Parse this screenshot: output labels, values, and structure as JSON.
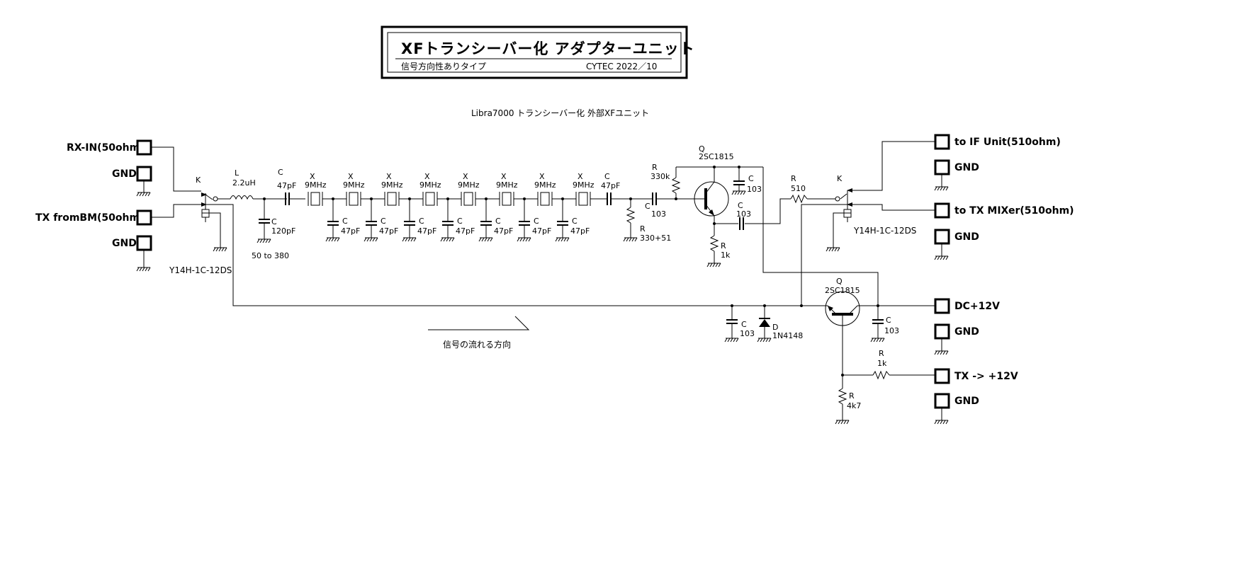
{
  "title_box": {
    "title": "XFトランシーバー化 アダプターユニット",
    "subtitle": "信号方向性ありタイプ",
    "credit": "CYTEC 2022／10"
  },
  "caption": "Libra7000 トランシーバー化 外部XFユニット",
  "flow_label": "信号の流れる方向",
  "terminals": {
    "rx_in": "RX-IN(50ohm)",
    "gnd": "GND",
    "tx_from_bm": "TX fromBM(50ohm)",
    "to_if_unit": "to IF Unit(510ohm)",
    "to_tx_mixer": "to TX MIXer(510ohm)",
    "dc_12v": "DC+12V",
    "tx_12v": "TX -> +12V"
  },
  "relay": {
    "designator": "K",
    "part": "Y14H-1C-12DS"
  },
  "inductor": {
    "designator": "L",
    "value": "2.2uH"
  },
  "components": {
    "c_des": "C",
    "r_des": "R",
    "x_des": "X",
    "q_des": "Q",
    "d_des": "D",
    "c_in": "47pF",
    "c_shunt_first": "120pF",
    "trim_range": "50 to 380",
    "xtal": "9MHz",
    "c_shunt": "47pF",
    "c_out": "47pF",
    "r_load": "330+51",
    "c_coupling": "103",
    "r_bias": "330k",
    "q_amp": "2SC1815",
    "c_bypass": "103",
    "r_emitter": "1k",
    "c_emit_out": "103",
    "r_series": "510",
    "c_rail": "103",
    "diode": "1N4148",
    "q_switch": "2SC1815",
    "c_dc": "103",
    "r_base": "1k",
    "r_pull": "4k7"
  }
}
